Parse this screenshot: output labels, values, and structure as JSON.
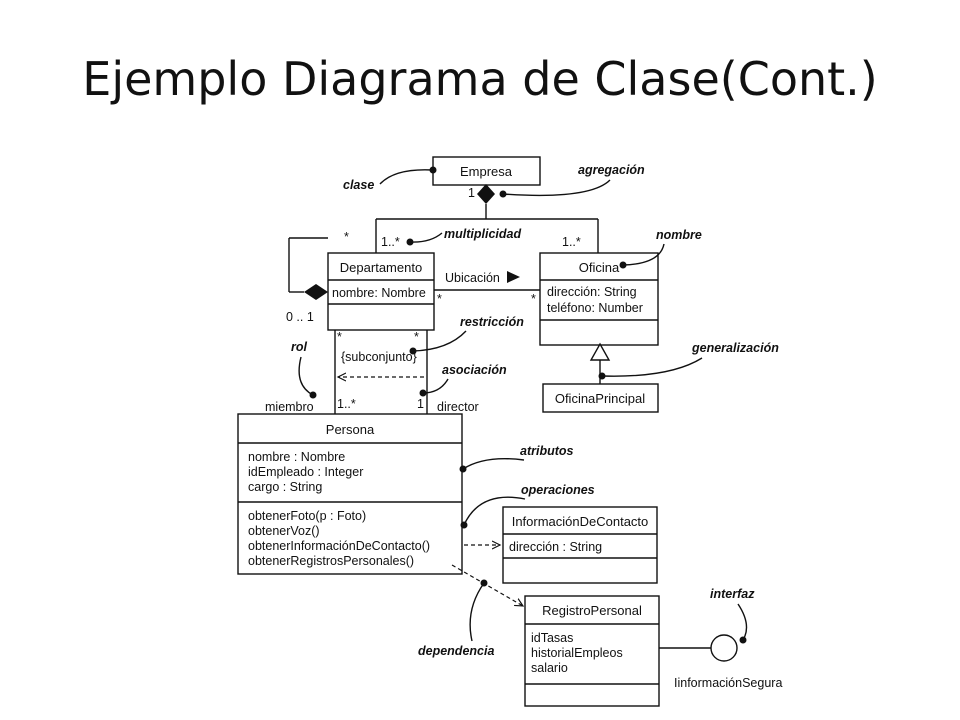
{
  "title": "Ejemplo Diagrama de Clase(Cont.)",
  "classes": {
    "empresa": {
      "name": "Empresa"
    },
    "departamento": {
      "name": "Departamento",
      "attributes": [
        "nombre: Nombre"
      ]
    },
    "oficina": {
      "name": "Oficina",
      "attributes": [
        "dirección: String",
        "teléfono: Number"
      ]
    },
    "oficina_principal": {
      "name": "OficinaPrincipal"
    },
    "persona": {
      "name": "Persona",
      "attributes": [
        "nombre : Nombre",
        "idEmpleado : Integer",
        "cargo : String"
      ],
      "operations": [
        "obtenerFoto(p : Foto)",
        "obtenerVoz()",
        "obtenerInformaciónDeContacto()",
        "obtenerRegistrosPersonales()"
      ]
    },
    "info_contacto": {
      "name": "InformaciónDeContacto",
      "attributes": [
        "dirección : String"
      ]
    },
    "registro_personal": {
      "name": "RegistroPersonal",
      "attributes": [
        "idTasas",
        "historialEmpleos",
        "salario"
      ]
    }
  },
  "interface_name": "IinformaciónSegura",
  "labels": {
    "mult_empresa": "1",
    "mult_dept_top": "1..*",
    "mult_oficina_top": "1..*",
    "mult_self_top": "*",
    "mult_self_bottom": "0 .. 1",
    "ubicacion": "Ubicación",
    "ubic_star_left": "*",
    "ubic_star_right": "*",
    "dept_star_left": "*",
    "dept_star_right": "*",
    "subconjunto": "{subconjunto}",
    "miembro": "miembro",
    "mult_miembro": "1..*",
    "mult_director": "1",
    "director": "director"
  },
  "annotations": {
    "clase": "clase",
    "agregacion": "agregación",
    "multiplicidad": "multiplicidad",
    "nombre": "nombre",
    "restriccion": "restricción",
    "rol": "rol",
    "asociacion": "asociación",
    "generalizacion": "generalización",
    "atributos": "atributos",
    "operaciones": "operaciones",
    "dependencia": "dependencia",
    "interfaz": "interfaz"
  }
}
